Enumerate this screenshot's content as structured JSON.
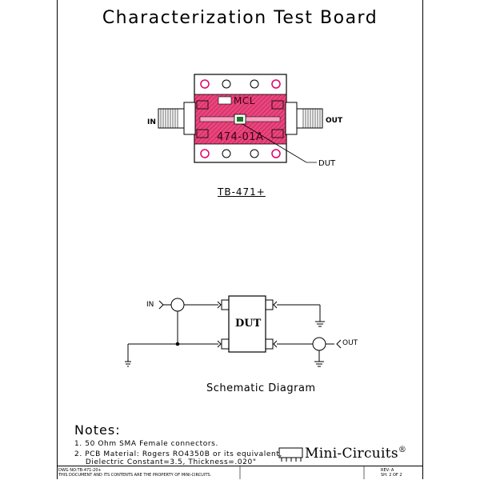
{
  "title": "Characterization Test Board",
  "board": {
    "in_label": "IN",
    "out_label": "OUT",
    "mcl_text": "MCL",
    "part_text": "474-01A",
    "dut_label": "DUT"
  },
  "board_caption": "TB-471+",
  "schematic": {
    "in_label": "IN",
    "out_label": "OUT",
    "dut_label": "DUT",
    "caption": "Schematic Diagram"
  },
  "notes": {
    "heading": "Notes:",
    "items": [
      "1. 50 Ohm SMA Female connectors.",
      "2. PCB Material: Rogers RO4350B or its equivalent,",
      "    Dielectric Constant=3.5, Thickness=.020\""
    ]
  },
  "logo": {
    "name": "Mini-Circuits",
    "symbol": "®"
  },
  "footer": {
    "dwg": "DWG NO:TB-471-20+",
    "notice": "THIS DOCUMENT AND ITS CONTENTS ARE THE PROPERTY OF MINI-CIRCUITS.",
    "rev": "REV: A",
    "sheet": "SH: 2 OF 2"
  },
  "colors": {
    "pcb": "#e8467c",
    "pads": "#e0006a",
    "ink": "#000000"
  }
}
